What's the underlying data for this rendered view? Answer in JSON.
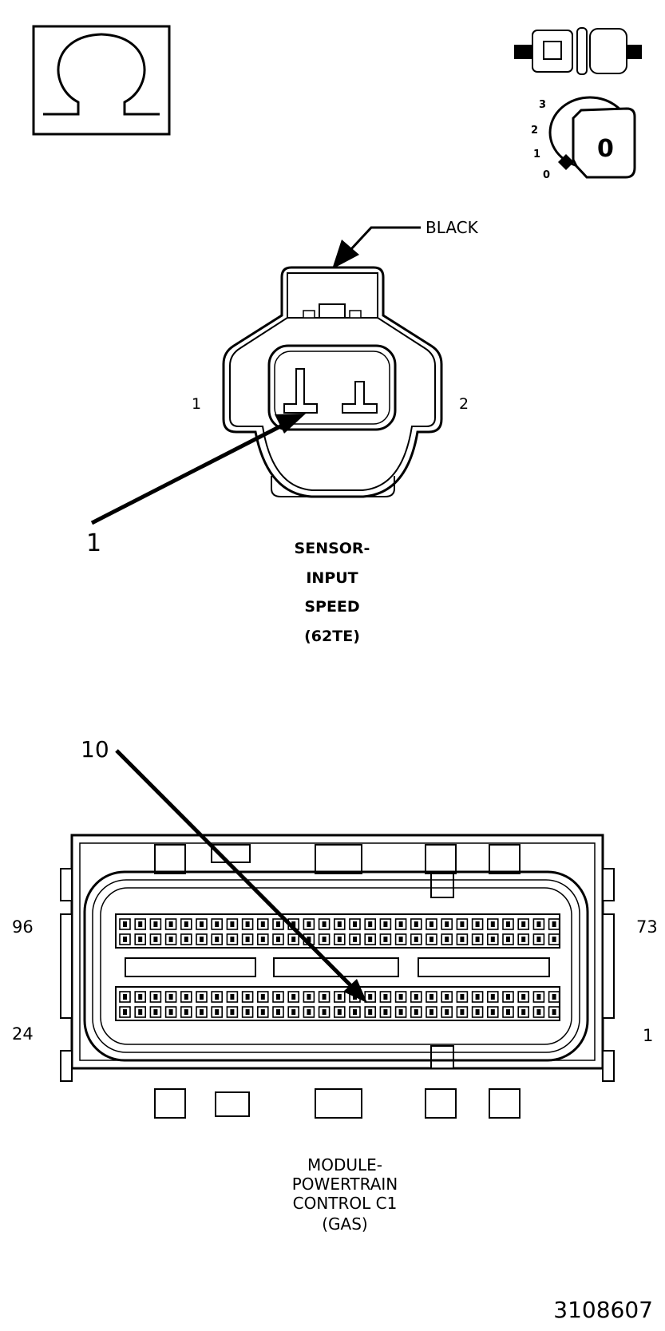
{
  "symbols": {
    "ohm_icon": "ohm-symbol",
    "connector_icon": "disconnected-connector",
    "ignition_icon": "ignition-key-off",
    "ignition_positions": [
      "3",
      "2",
      "1",
      "0"
    ],
    "ignition_key_label": "0"
  },
  "sensor_connector": {
    "color_label": "BLACK",
    "pin_left": "1",
    "pin_right": "2",
    "callout": "1",
    "title_lines": [
      "SENSOR-",
      "INPUT",
      "SPEED",
      "(62TE)"
    ]
  },
  "pcm_connector": {
    "callout": "10",
    "pin_top_left": "96",
    "pin_top_right": "73",
    "pin_bottom_left": "24",
    "pin_bottom_right": "1",
    "title_lines": [
      "MODULE-",
      "POWERTRAIN",
      "CONTROL C1",
      "(GAS)"
    ]
  },
  "figure_number": "3108607"
}
